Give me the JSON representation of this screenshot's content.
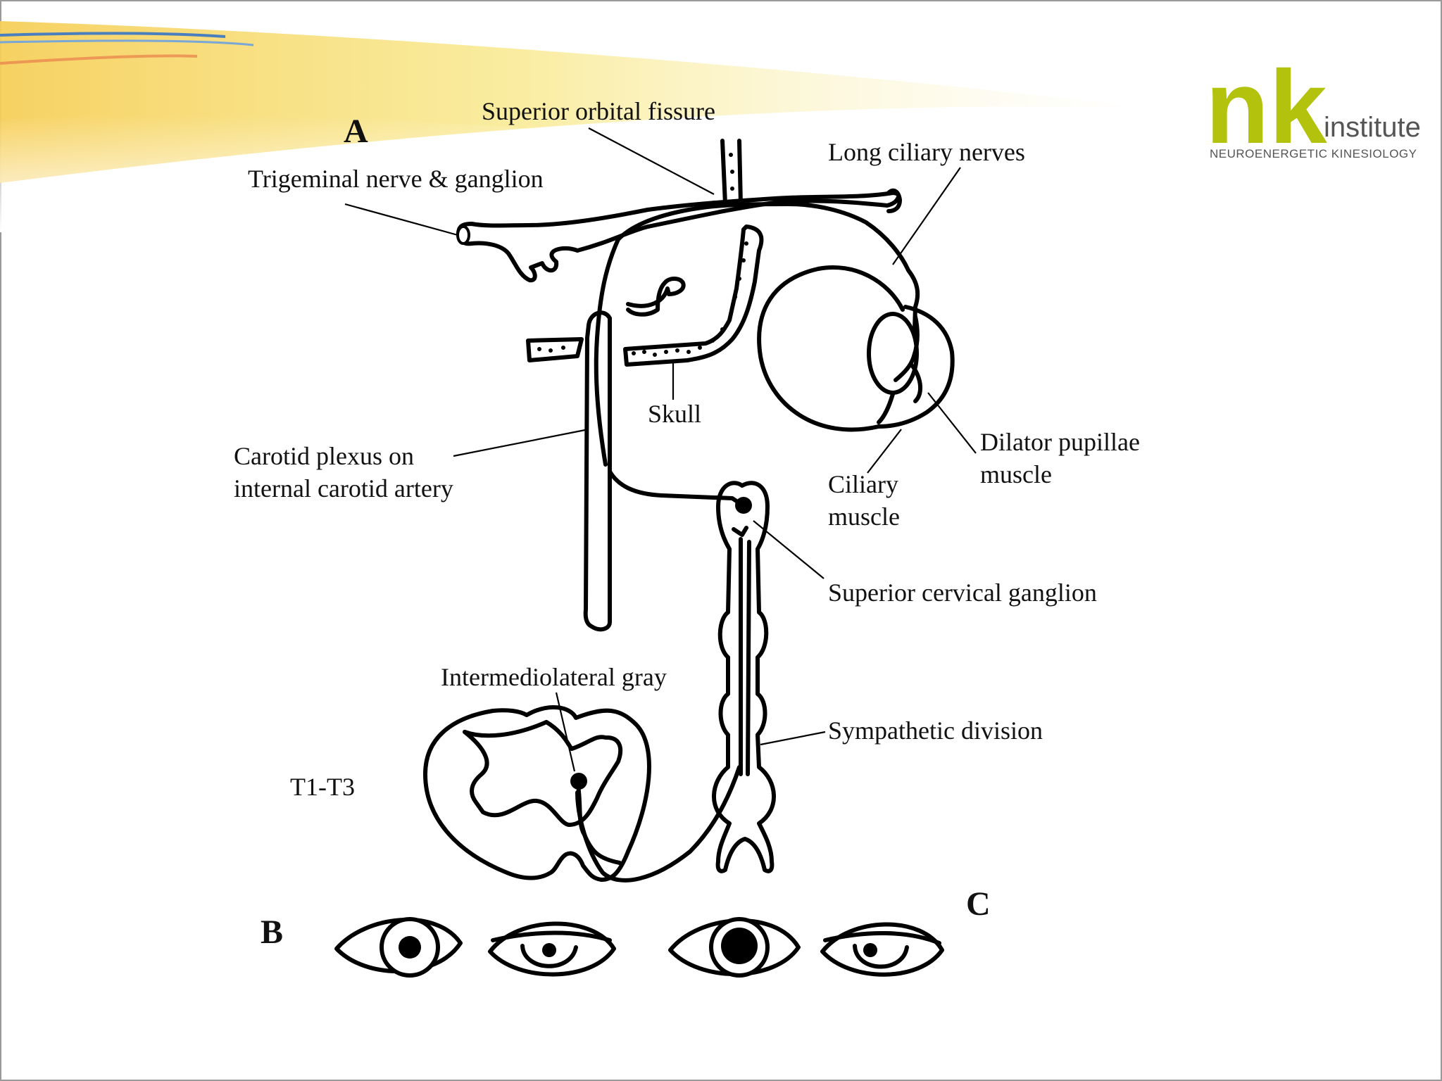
{
  "logo": {
    "mark": "nk",
    "word": "institute",
    "tagline": "NEUROENERGETIC KINESIOLOGY",
    "brand_color": "#b3c20d"
  },
  "panels": {
    "a": "A",
    "b": "B",
    "c": "C"
  },
  "labels": {
    "superior_orbital_fissure": "Superior orbital fissure",
    "trigeminal": "Trigeminal nerve & ganglion",
    "long_ciliary": "Long ciliary nerves",
    "skull": "Skull",
    "carotid_line1": "Carotid plexus on",
    "carotid_line2": "internal carotid artery",
    "dilator_line1": "Dilator pupillae",
    "dilator_line2": "muscle",
    "ciliary_line1": "Ciliary",
    "ciliary_line2": "muscle",
    "superior_cervical_ganglion": "Superior cervical ganglion",
    "intermediolateral_gray": "Intermediolateral gray",
    "sympathetic_division": "Sympathetic division",
    "spinal_level": "T1-T3"
  }
}
